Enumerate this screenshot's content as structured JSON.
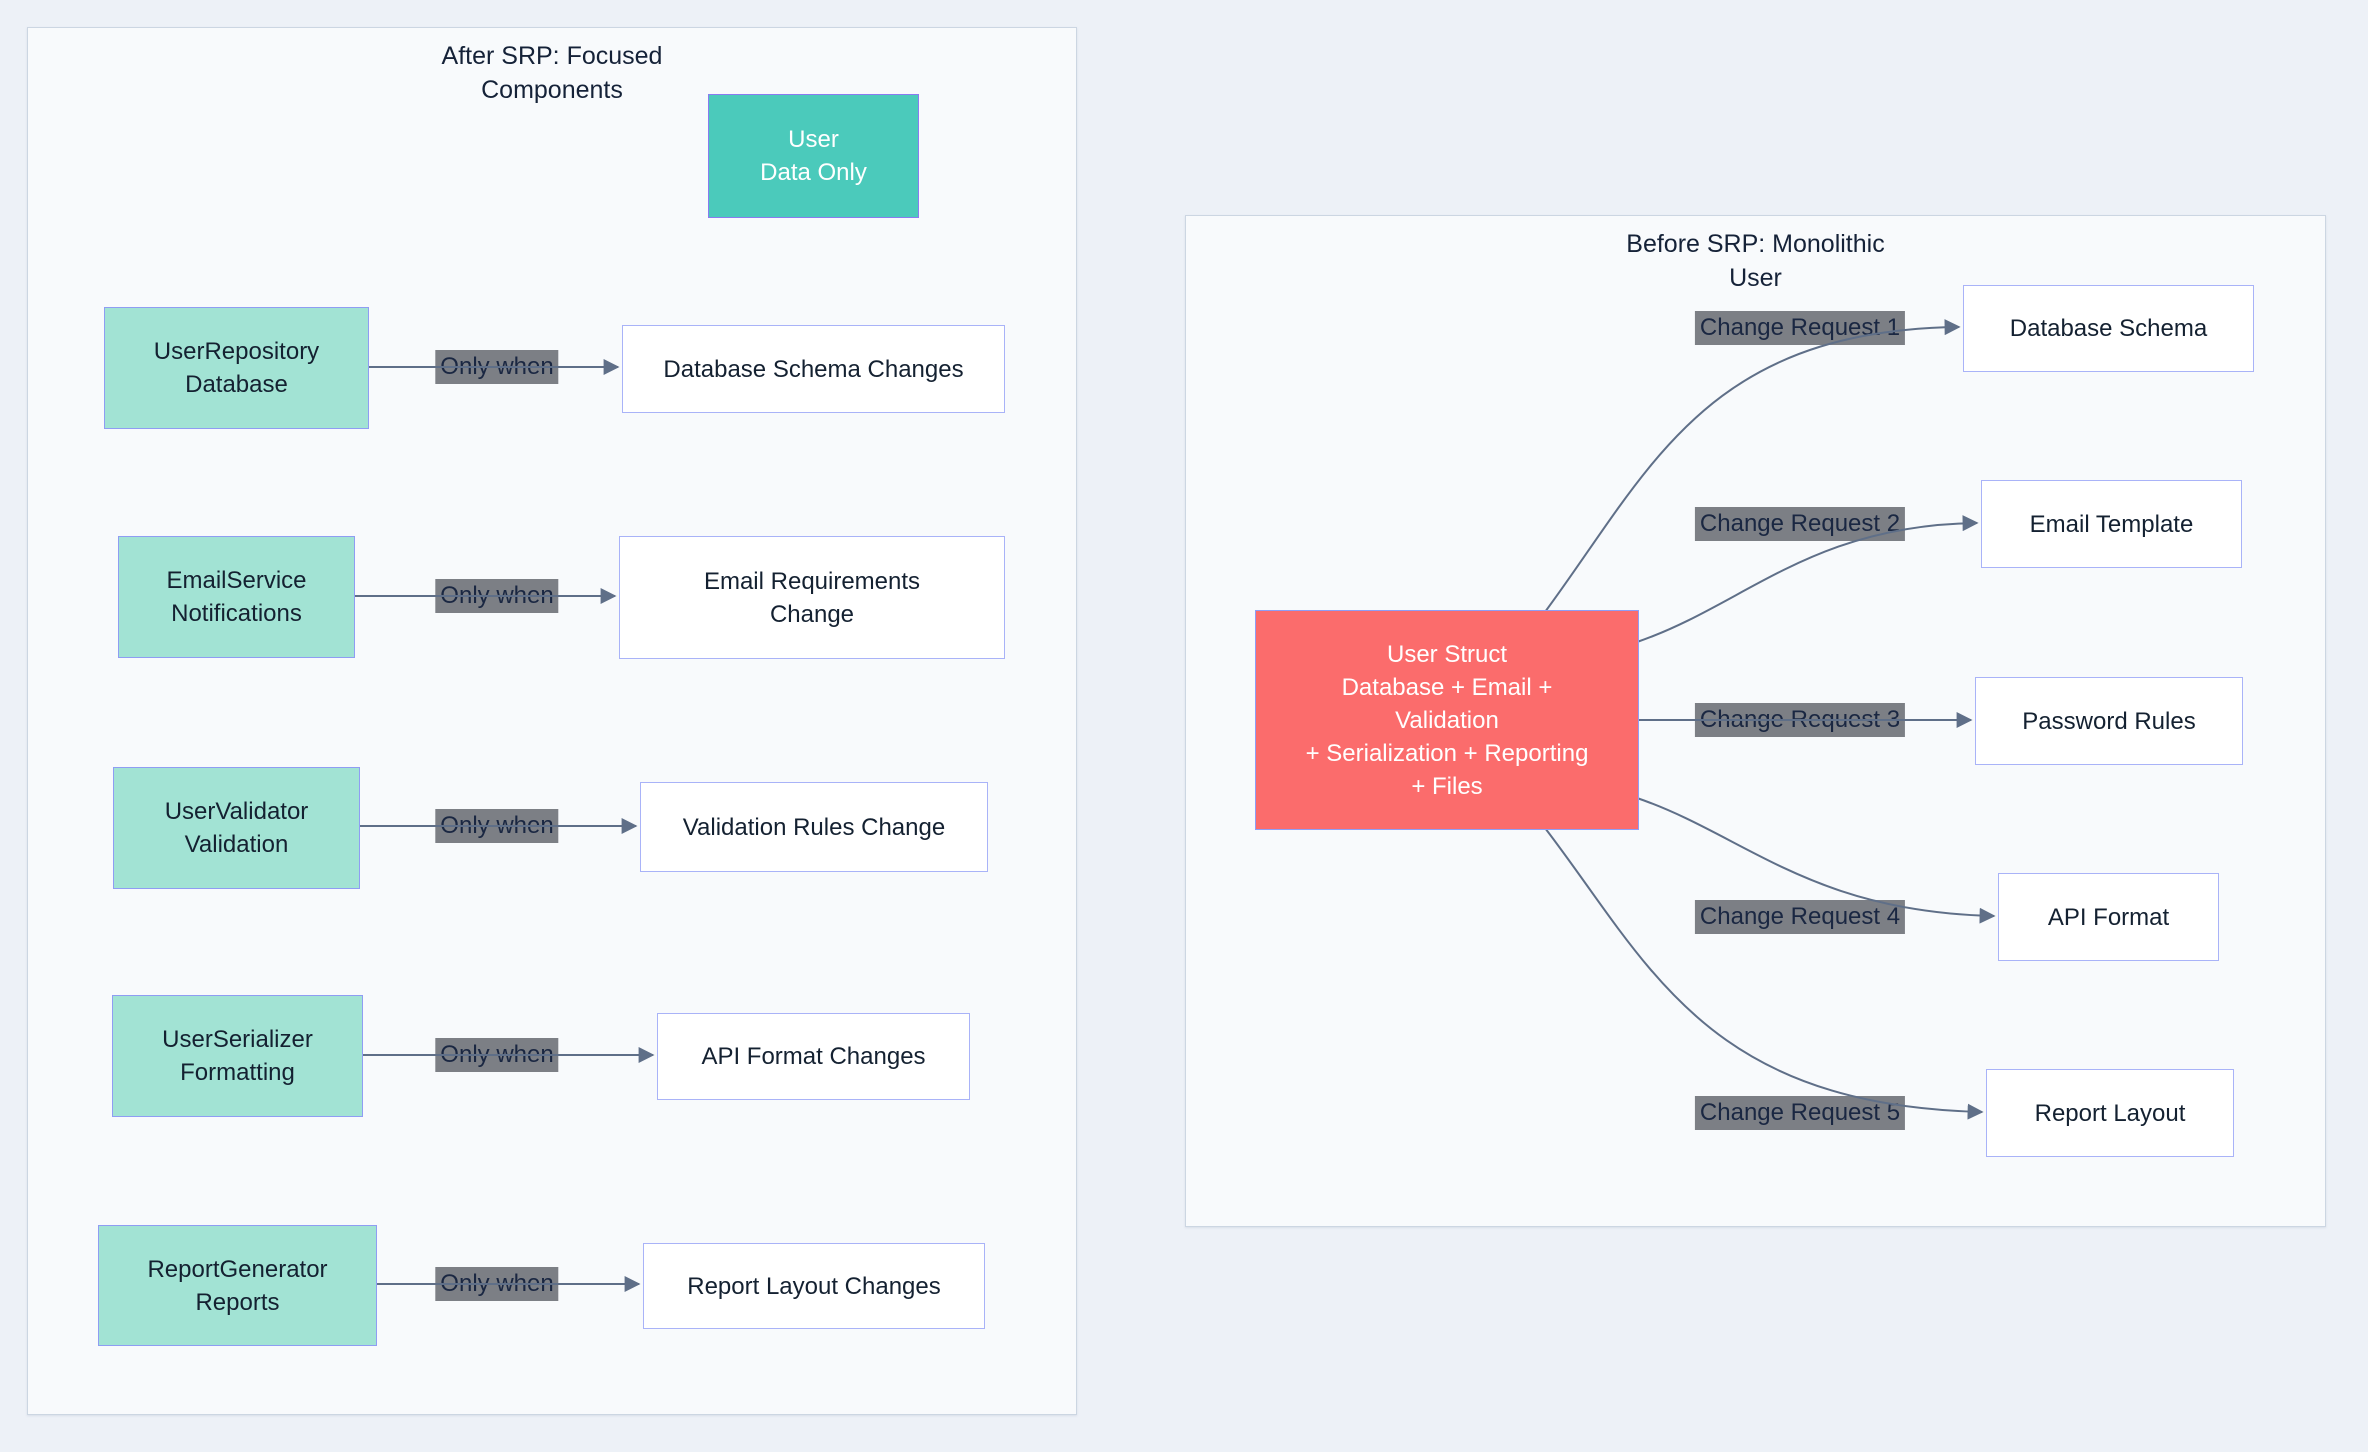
{
  "colors": {
    "page_background": "#edf1f7",
    "panel_background": "#f8fafc",
    "panel_border": "#ccd6e2",
    "teal_node_fill": "#4bcabb",
    "mint_node_fill": "#a2e3d4",
    "red_node_fill": "#fb6c6c",
    "node_border_purple": "#8a7bf0",
    "node_border_periwinkle": "#a9b3f8",
    "edge_color": "#5f6f88",
    "edge_label_background": "#60646a",
    "dark_text": "#1b2740"
  },
  "left_panel": {
    "title": "After SRP: Focused\nComponents",
    "hub": {
      "label": "User\nData Only"
    },
    "rows": [
      {
        "component": "UserRepository\nDatabase",
        "edge_label": "Only when",
        "target": "Database Schema Changes"
      },
      {
        "component": "EmailService\nNotifications",
        "edge_label": "Only when",
        "target": "Email Requirements\nChange"
      },
      {
        "component": "UserValidator\nValidation",
        "edge_label": "Only when",
        "target": "Validation Rules Change"
      },
      {
        "component": "UserSerializer\nFormatting",
        "edge_label": "Only when",
        "target": "API Format Changes"
      },
      {
        "component": "ReportGenerator\nReports",
        "edge_label": "Only when",
        "target": "Report Layout Changes"
      }
    ]
  },
  "right_panel": {
    "title": "Before SRP: Monolithic\nUser",
    "monolith": {
      "label": "User Struct\nDatabase + Email +\nValidation\n+ Serialization + Reporting\n+ Files"
    },
    "edges": [
      {
        "label": "Change Request 1",
        "target": "Database Schema"
      },
      {
        "label": "Change Request 2",
        "target": "Email Template"
      },
      {
        "label": "Change Request 3",
        "target": "Password Rules"
      },
      {
        "label": "Change Request 4",
        "target": "API Format"
      },
      {
        "label": "Change Request 5",
        "target": "Report Layout"
      }
    ]
  }
}
